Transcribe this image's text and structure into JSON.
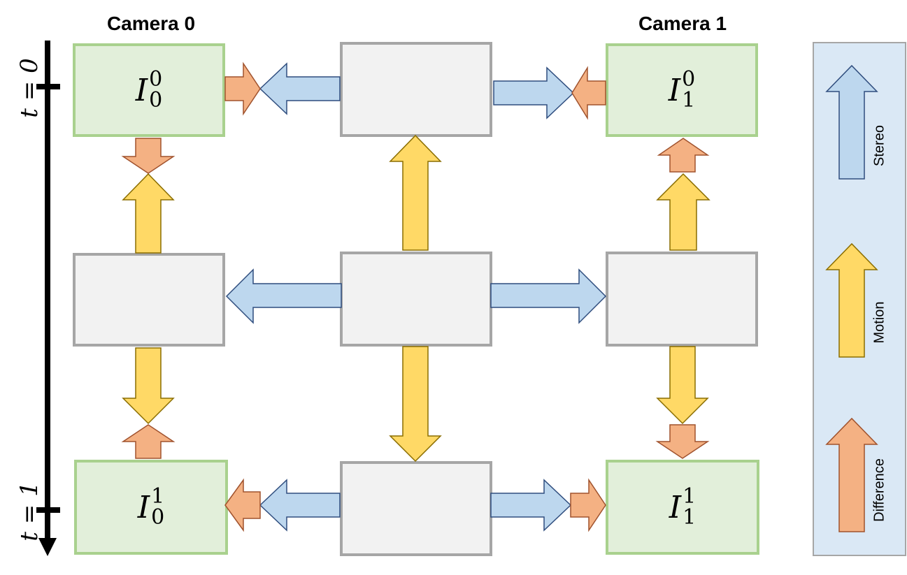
{
  "cameras": {
    "cam0": "Camera 0",
    "cam1": "Camera 1"
  },
  "time_labels": {
    "t0": "t = 0",
    "t1": "t = 1"
  },
  "images": {
    "i00": {
      "base": "I",
      "sub": "0",
      "sup": "0"
    },
    "i10": {
      "base": "I",
      "sub": "1",
      "sup": "0"
    },
    "i01": {
      "base": "I",
      "sub": "0",
      "sup": "1"
    },
    "i11": {
      "base": "I",
      "sub": "1",
      "sup": "1"
    }
  },
  "legend": {
    "stereo": "Stereo",
    "motion": "Motion",
    "difference": "Difference"
  },
  "colors": {
    "stereo_fill": "#bdd7ee",
    "stereo_stroke": "#2f4d7e",
    "motion_fill": "#ffd966",
    "motion_stroke": "#8a6d00",
    "difference_fill": "#f4b183",
    "difference_stroke": "#a0522d",
    "image_fill": "#e2efda",
    "image_border": "#a9d18e",
    "node_fill": "#f2f2f2",
    "node_border": "#a6a6a6"
  }
}
